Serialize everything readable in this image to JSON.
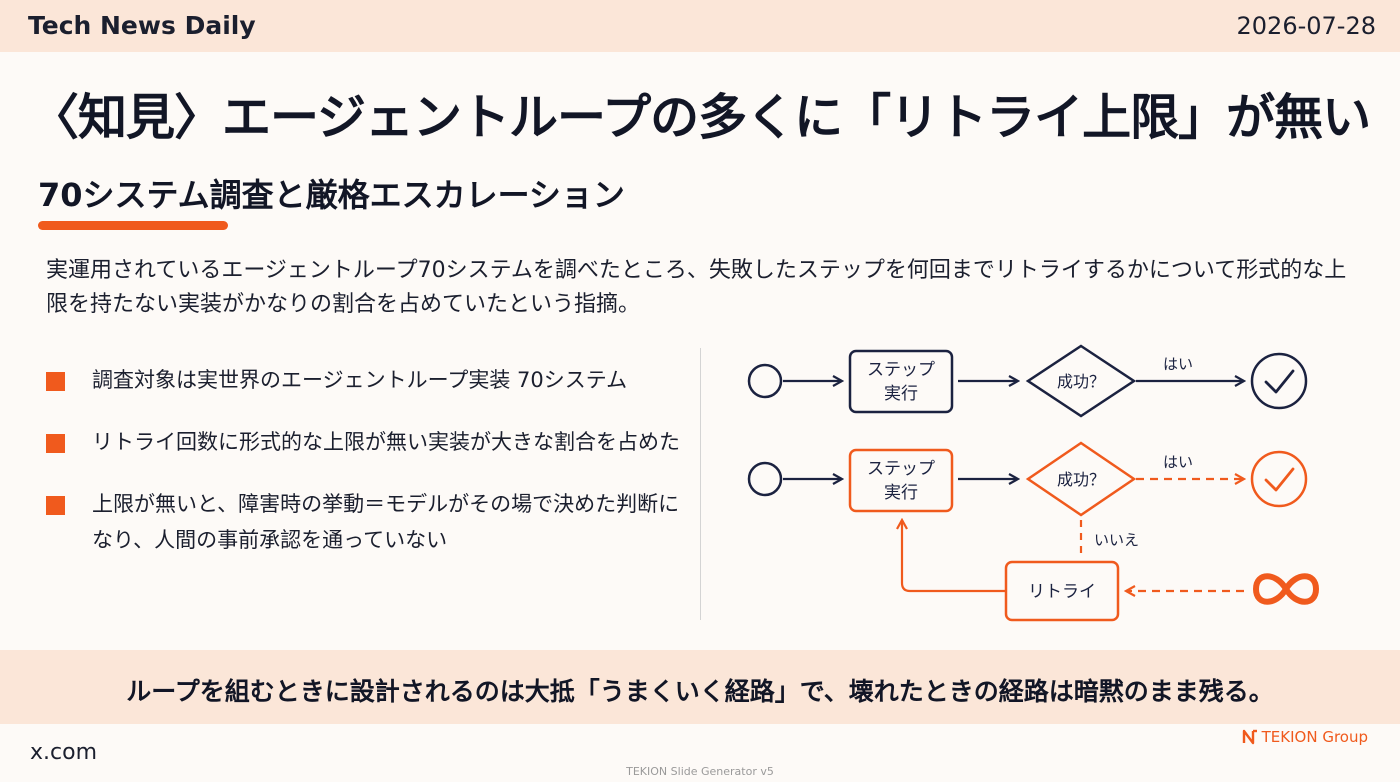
{
  "header": {
    "brand": "Tech News Daily",
    "date": "2026-07-28"
  },
  "slide": {
    "title": "〈知見〉エージェントループの多くに「リトライ上限」が無い",
    "subtitle": "70システム調査と厳格エスカレーション",
    "lead": "実運用されているエージェントループ70システムを調べたところ、失敗したステップを何回までリトライするかについて形式的な上限を持たない実装がかなりの割合を占めていたという指摘。",
    "bullets": [
      "調査対象は実世界のエージェントループ実装 70システム",
      "リトライ回数に形式的な上限が無い実装が大きな割合を占めた",
      "上限が無いと、障害時の挙動＝モデルがその場で決めた判断になり、人間の事前承認を通っていない"
    ]
  },
  "diagram": {
    "step_line1": "ステップ",
    "step_line2": "実行",
    "decision": "成功？",
    "yes": "はい",
    "no": "いいえ",
    "retry": "リトライ",
    "colors": {
      "navy": "#1b2240",
      "orange": "#f05a1d"
    },
    "icons": {
      "start": "circle-icon",
      "done": "check-circle-icon",
      "unbounded": "infinity-icon"
    }
  },
  "footer": {
    "takeaway": "ループを組むときに設計されるのは大抵「うまくいく経路」で、壊れたときの経路は暗黙のまま残る。",
    "source": "x.com",
    "logo": "TEKION Group",
    "generator": "TEKION Slide Generator v5"
  }
}
